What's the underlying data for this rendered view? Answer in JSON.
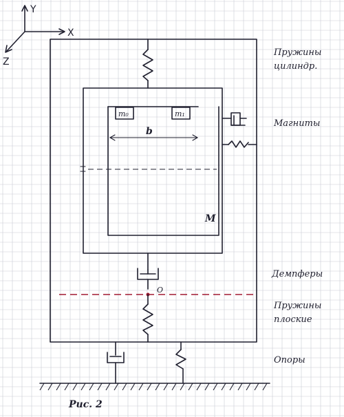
{
  "axes": {
    "y": "Y",
    "x": "X",
    "z": "Z"
  },
  "masses": {
    "m0": "m₀",
    "m1": "m₁",
    "big": "M"
  },
  "dimension": {
    "b": "b"
  },
  "point": {
    "o": "O"
  },
  "labels": {
    "springs_top": "Пружины\nцилиндр.",
    "magnets": "Магниты",
    "dampers": "Демпферы",
    "springs_flat": "Пружины\nплоские",
    "supports": "Опоры"
  },
  "caption": "Рис. 2",
  "colors": {
    "ink": "#1f1f2e",
    "grid": "#c9cbd6",
    "dashed_red": "#a01830"
  }
}
